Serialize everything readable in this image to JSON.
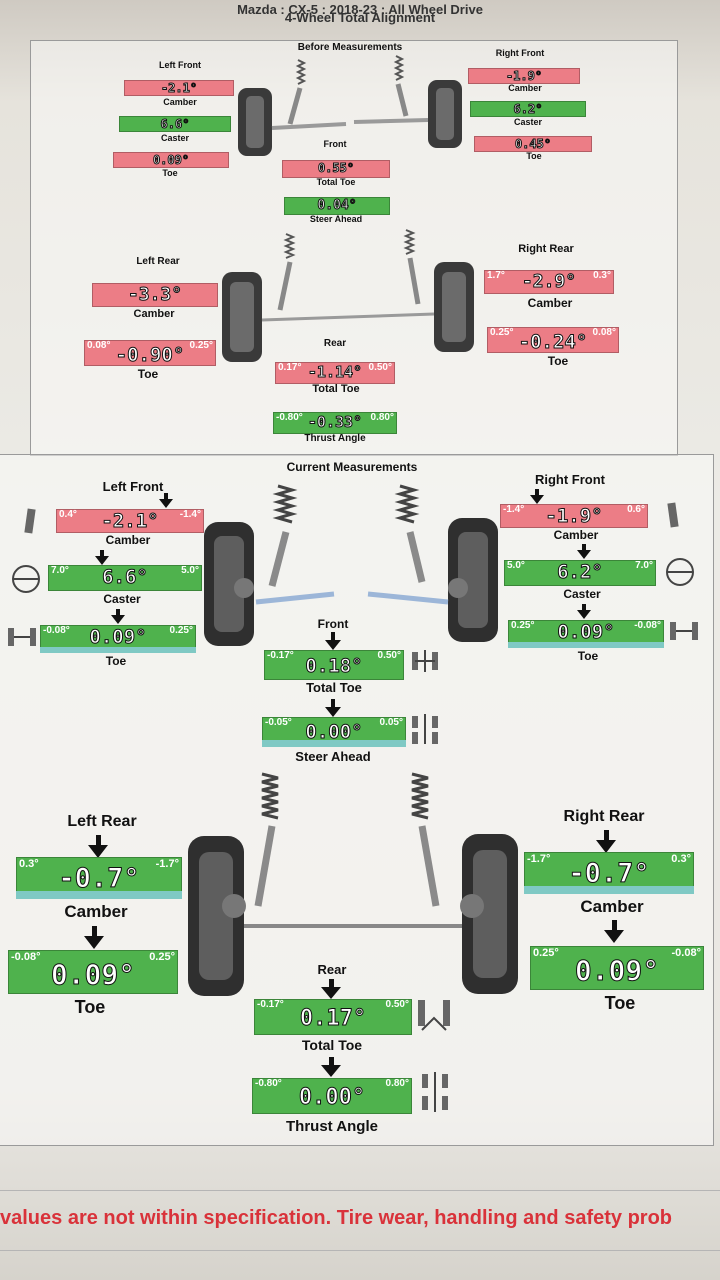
{
  "header": {
    "vehicle": "Mazda : CX-5 : 2018-23 : All Wheel Drive",
    "report_title": "4-Wheel Total Alignment"
  },
  "before": {
    "title": "Before Measurements",
    "left_front": {
      "label": "Left Front",
      "camber": {
        "caption": "Camber",
        "value": "-2.1°"
      },
      "caster": {
        "caption": "Caster",
        "value": "6.6°"
      },
      "toe": {
        "caption": "Toe",
        "value": "0.09°"
      }
    },
    "right_front": {
      "label": "Right Front",
      "camber": {
        "caption": "Camber",
        "value": "-1.9°"
      },
      "caster": {
        "caption": "Caster",
        "value": "6.2°"
      },
      "toe": {
        "caption": "Toe",
        "value": "0.45°"
      }
    },
    "front": {
      "label": "Front",
      "total_toe": {
        "caption": "Total Toe",
        "value": "0.55°"
      },
      "steer_ahead": {
        "caption": "Steer Ahead",
        "value": "0.04°"
      }
    },
    "left_rear": {
      "label": "Left Rear",
      "camber": {
        "caption": "Camber",
        "value": "-3.3°"
      },
      "toe": {
        "caption": "Toe",
        "value": "-0.90°",
        "min": "0.08°",
        "max": "0.25°"
      }
    },
    "right_rear": {
      "label": "Right Rear",
      "camber": {
        "caption": "Camber",
        "value": "-2.9°",
        "min": "1.7°",
        "max": "0.3°"
      },
      "toe": {
        "caption": "Toe",
        "value": "-0.24°",
        "min": "0.25°",
        "max": "0.08°"
      }
    },
    "rear": {
      "label": "Rear",
      "total_toe": {
        "caption": "Total Toe",
        "value": "-1.14°",
        "min": "0.17°",
        "max": "0.50°"
      },
      "thrust": {
        "caption": "Thrust Angle",
        "value": "-0.33°",
        "min": "-0.80°",
        "max": "0.80°"
      }
    }
  },
  "current": {
    "title": "Current Measurements",
    "left_front": {
      "label": "Left Front",
      "camber": {
        "caption": "Camber",
        "value": "-2.1°",
        "min": "0.4°",
        "max": "-1.4°"
      },
      "caster": {
        "caption": "Caster",
        "value": "6.6°",
        "min": "7.0°",
        "max": "5.0°"
      },
      "toe": {
        "caption": "Toe",
        "value": "0.09°",
        "min": "-0.08°",
        "max": "0.25°"
      }
    },
    "right_front": {
      "label": "Right Front",
      "camber": {
        "caption": "Camber",
        "value": "-1.9°",
        "min": "-1.4°",
        "max": "0.6°"
      },
      "caster": {
        "caption": "Caster",
        "value": "6.2°",
        "min": "5.0°",
        "max": "7.0°"
      },
      "toe": {
        "caption": "Toe",
        "value": "0.09°",
        "min": "0.25°",
        "max": "-0.08°"
      }
    },
    "front": {
      "label": "Front",
      "total_toe": {
        "caption": "Total Toe",
        "value": "0.18°",
        "min": "-0.17°",
        "max": "0.50°"
      },
      "steer_ahead": {
        "caption": "Steer Ahead",
        "value": "0.00°",
        "min": "-0.05°",
        "max": "0.05°"
      }
    },
    "left_rear": {
      "label": "Left Rear",
      "camber": {
        "caption": "Camber",
        "value": "-0.7°",
        "min": "0.3°",
        "max": "-1.7°"
      },
      "toe": {
        "caption": "Toe",
        "value": "0.09°",
        "min": "-0.08°",
        "max": "0.25°"
      }
    },
    "right_rear": {
      "label": "Right Rear",
      "camber": {
        "caption": "Camber",
        "value": "-0.7°",
        "min": "-1.7°",
        "max": "0.3°"
      },
      "toe": {
        "caption": "Toe",
        "value": "0.09°",
        "min": "0.25°",
        "max": "-0.08°"
      }
    },
    "rear": {
      "label": "Rear",
      "total_toe": {
        "caption": "Total Toe",
        "value": "0.17°",
        "min": "-0.17°",
        "max": "0.50°"
      },
      "thrust": {
        "caption": "Thrust Angle",
        "value": "0.00°",
        "min": "-0.80°",
        "max": "0.80°"
      }
    }
  },
  "footer": {
    "warning": "values are not within specification.  Tire wear, handling and safety prob"
  },
  "colors": {
    "in_spec": "#4fb24d",
    "out_of_spec": "#ec7d86",
    "band": "#7fc9c4",
    "warning_text": "#d9323a"
  }
}
